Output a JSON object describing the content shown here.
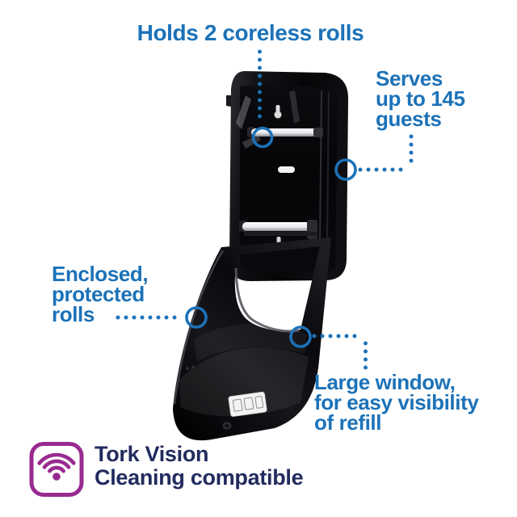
{
  "colors": {
    "callout_blue": "#1c72b8",
    "footer_navy": "#222b5e",
    "vision_purple": "#982a90",
    "dispenser_black": "#0a0a0d",
    "background": "#ffffff"
  },
  "callouts": {
    "holds_rolls": {
      "label": "Holds 2 coreless rolls"
    },
    "serves_guests": {
      "lines": [
        "Serves",
        "up to 145",
        "guests"
      ]
    },
    "enclosed_rolls": {
      "lines": [
        "Enclosed,",
        "protected",
        "rolls"
      ]
    },
    "large_window": {
      "lines": [
        "Large window,",
        "for easy visibility",
        "of refill"
      ]
    }
  },
  "footer": {
    "lines": [
      "Tork Vision",
      "Cleaning compatible"
    ],
    "icon": "wifi-sensor-icon"
  }
}
